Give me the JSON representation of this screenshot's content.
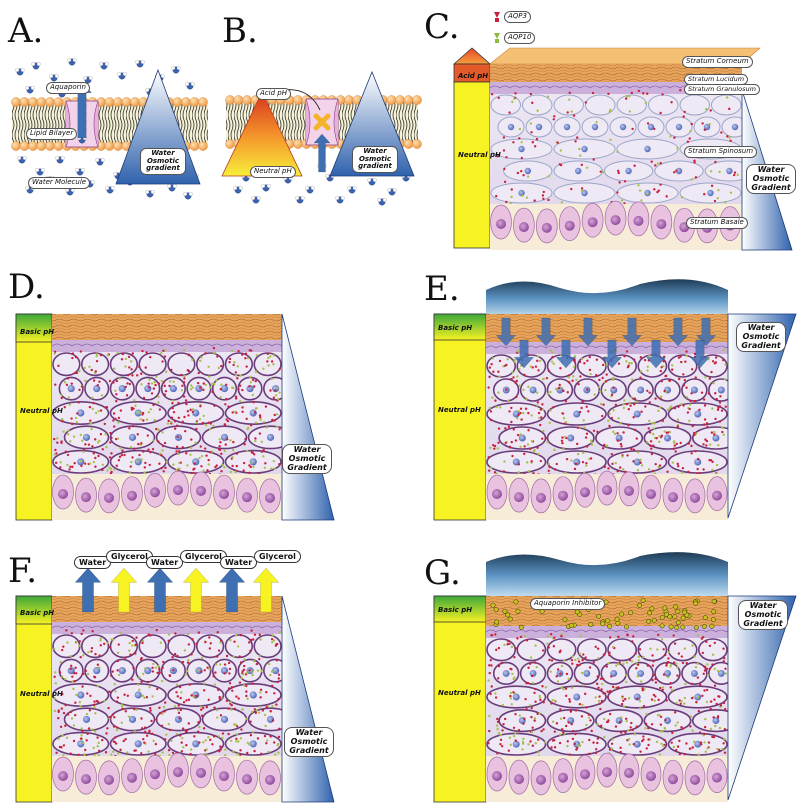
{
  "panels": {
    "A": {
      "letter": "A.",
      "aquaporin": "Aquaporin",
      "lipid_bilayer": "Lipid Bilayer",
      "water_molecule": "Water Molecule",
      "gradient": "Water Osmotic gradient"
    },
    "B": {
      "letter": "B.",
      "acid_ph": "Acid pH",
      "neutral_ph": "Neutral pH",
      "gradient": "Water Osmotic gradient"
    },
    "C": {
      "letter": "C.",
      "legend_aqp3": "AQP3",
      "legend_aqp10": "AQP10",
      "acid_ph": "Acid pH",
      "neutral_ph": "Neutral pH",
      "stratum_corneum": "Stratum Corneum",
      "stratum_lucidum": "Stratum Lucidum",
      "stratum_granulosum": "Stratum Granulosum",
      "stratum_spinosum": "Stratum Spinosum",
      "stratum_basale": "Stratum Basale",
      "gradient": "Water Osmotic Gradient"
    },
    "D": {
      "letter": "D.",
      "basic_ph": "Basic pH",
      "neutral_ph": "Neutral pH",
      "gradient": "Water Osmotic Gradient"
    },
    "E": {
      "letter": "E.",
      "basic_ph": "Basic pH",
      "neutral_ph": "Neutral pH",
      "gradient": "Water Osmotic Gradient"
    },
    "F": {
      "letter": "F.",
      "basic_ph": "Basic pH",
      "neutral_ph": "Neutral pH",
      "gradient": "Water Osmotic Gradient",
      "flows": [
        "Water",
        "Glycerol",
        "Water",
        "Glycerol",
        "Water",
        "Glycerol"
      ]
    },
    "G": {
      "letter": "G.",
      "basic_ph": "Basic pH",
      "neutral_ph": "Neutral pH",
      "gradient": "Water Osmotic Gradient",
      "inhibitor": "Aquaporin Inhibitor"
    }
  },
  "colors": {
    "lipid_head": "#f4a650",
    "ph_yellow": "#f7f222",
    "ph_green": "#4caf3a",
    "ph_red": "#e8452a",
    "gradient_blue": "#3e6fb3",
    "corneum": "#e6a35a",
    "cell_fill": "#ebe6f3",
    "basal": "#e8bfdc",
    "water_top": "#6ea9d6"
  }
}
